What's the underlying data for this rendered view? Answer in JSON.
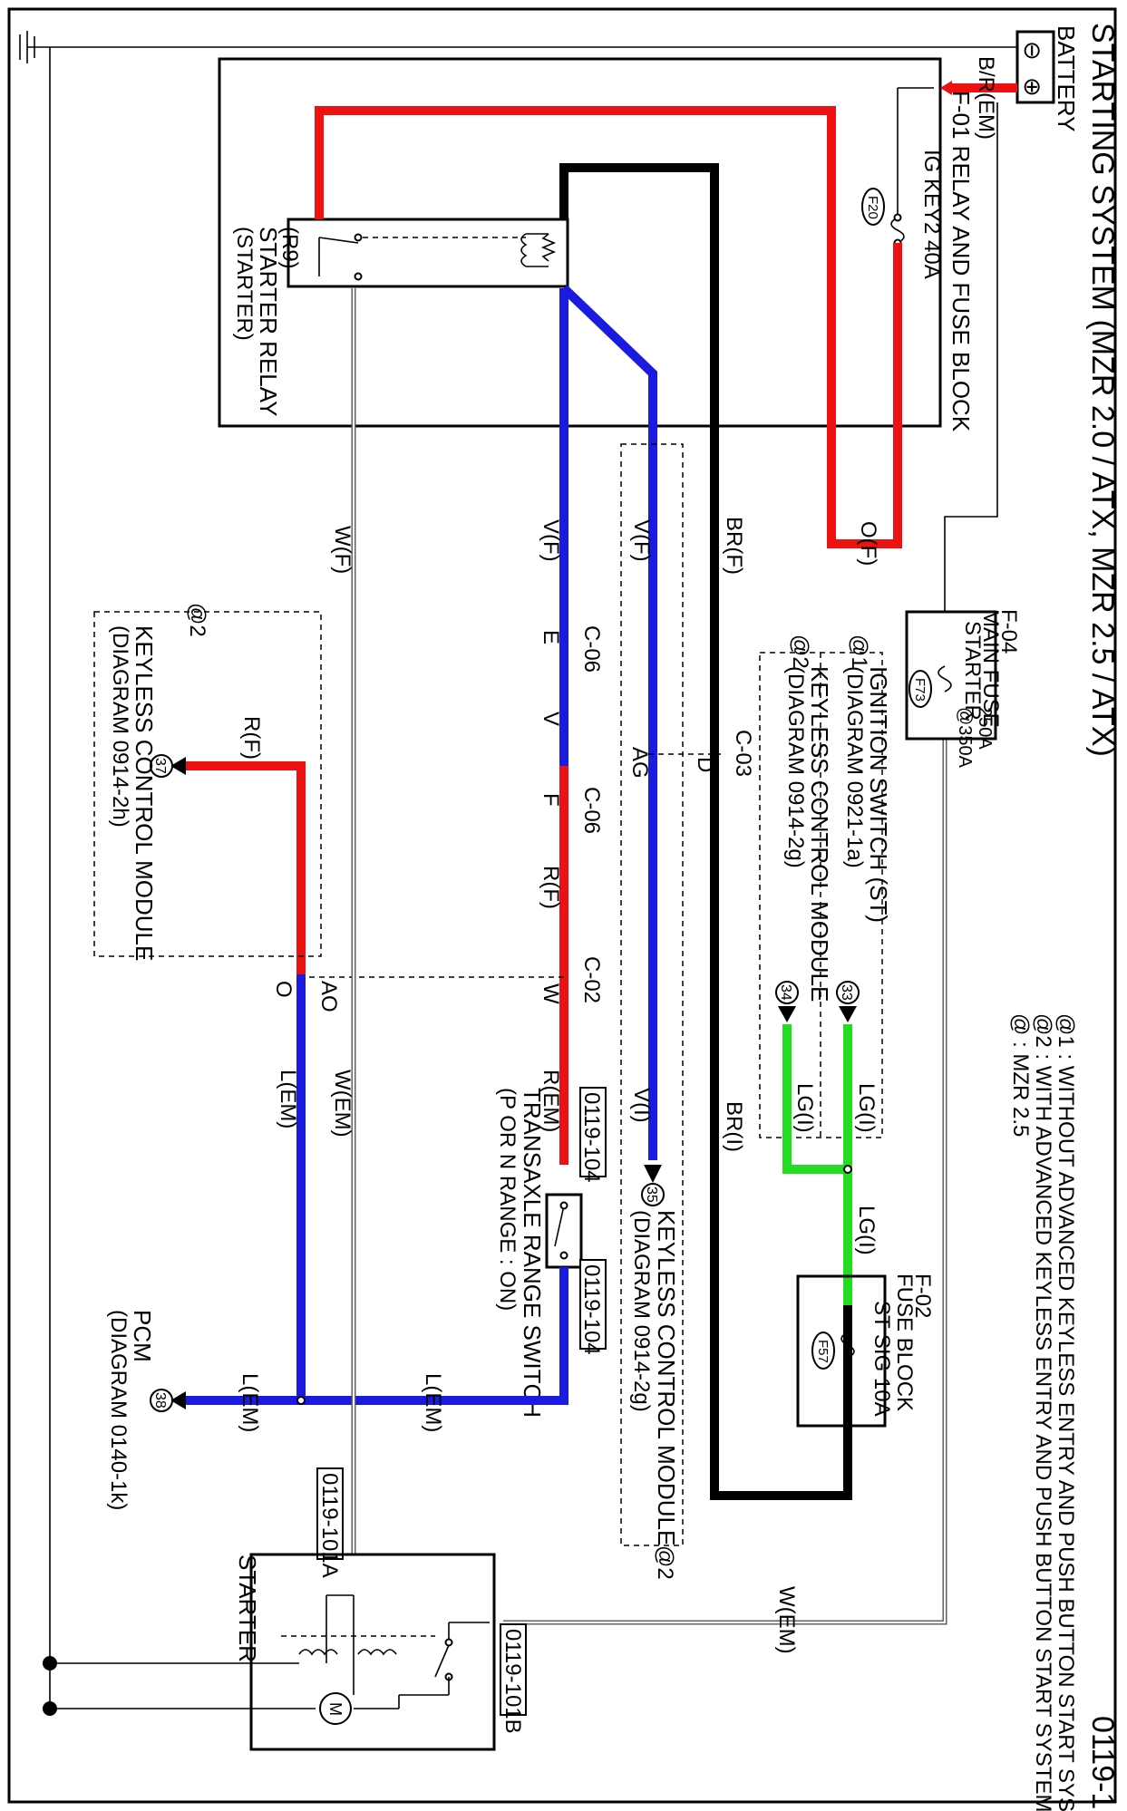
{
  "title": "STARTING SYSTEM (MZR 2.0 / ATX, MZR 2.5 / ATX)",
  "page_number": "0119-1",
  "notes": [
    "@1 : WITHOUT ADVANCED KEYLESS ENTRY AND PUSH BUTTON START SYSTEM",
    "@2 : WITH ADVANCED KEYLESS ENTRY AND PUSH BUTTON START SYSTEM",
    "@ : MZR 2.5"
  ],
  "battery": {
    "label": "BATTERY",
    "minus": "⊖",
    "plus": "⊕"
  },
  "relay_fuse_block": {
    "wire": "B/R(EM)",
    "title": "F-01 RELAY AND FUSE BLOCK",
    "fuse_label": "IG KEY2 40A",
    "fuse_id": "F20",
    "relay_id": "(R9)",
    "relay_name": "STARTER RELAY",
    "relay_sub": "(STARTER)"
  },
  "main_fuse": {
    "title": "F-04",
    "name": "MAIN FUSE",
    "fuse_label": "STARTER",
    "rating": "250A",
    "rating_alt": "@350A",
    "fuse_id": "F73"
  },
  "fuse_block": {
    "title": "F-02",
    "name": "FUSE BLOCK",
    "fuse_label": "ST SIG 10A",
    "fuse_id": "F57"
  },
  "wires": {
    "o_f": "O(F)",
    "br_f": "BR(F)",
    "v_f_a": "V(F)",
    "v_f_b": "V(F)",
    "w_f": "W(F)",
    "v": "V",
    "r_f": "R(F)",
    "r_f_top": "R(F)",
    "br_i": "BR(I)",
    "v_i": "V(I)",
    "r_em": "R(EM)",
    "w_em": "W(EM)",
    "l_em": "L(EM)",
    "l_em_b": "L(EM)",
    "l_em_c": "L(EM)",
    "lg_i_a": "LG(I)",
    "lg_i_b": "LG(I)",
    "lg_i_c": "LG(I)",
    "w_em_top": "W(EM)"
  },
  "connectors": {
    "c03": "C-03",
    "c03_d": "D",
    "c03_ag": "AG",
    "c06a": "C-06",
    "c06a_e": "E",
    "c06b": "C-06",
    "c06b_f": "F",
    "c02": "C-02",
    "c02_w": "W",
    "c02_ao": "AO",
    "c02_o": "O"
  },
  "refs": {
    "ignition_switch": {
      "tag": "@1",
      "name": "IGNITION SWITCH (ST)",
      "diagram": "(DIAGRAM 0921-1a)",
      "pin": "33"
    },
    "kcm_2g": {
      "tag": "@2",
      "name": "KEYLESS CONTROL MODULE",
      "diagram": "(DIAGRAM 0914-2g)",
      "pin": "34"
    },
    "kcm_2g_b": {
      "tag": "@2",
      "name": "KEYLESS CONTROL MODULE",
      "diagram": "(DIAGRAM 0914-2g)",
      "pin": "35"
    },
    "kcm_2h": {
      "tag": "@2",
      "name": "KEYLESS CONTROL MODULE",
      "diagram": "(DIAGRAM 0914-2h)",
      "pin": "37"
    },
    "pcm": {
      "name": "PCM",
      "diagram": "(DIAGRAM 0140-1k)",
      "pin": "38"
    }
  },
  "transaxle": {
    "name": "TRANSAXLE RANGE SWITCH",
    "sub": "(P OR N RANGE : ON)",
    "conn_a": "0119-104",
    "conn_b": "0119-104"
  },
  "starter": {
    "name": "STARTER",
    "conn_a": "0119-101B",
    "conn_b": "0119-101A",
    "motor": "M"
  }
}
